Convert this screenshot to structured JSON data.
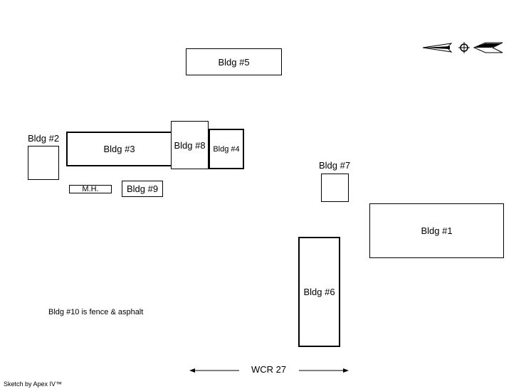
{
  "buildings": {
    "b5": "Bldg #5",
    "b2": "Bldg #2",
    "b3": "Bldg #3",
    "b8": "Bldg #8",
    "b4": "Bldg #4",
    "mh": "M.H.",
    "b9": "Bldg #9",
    "b7": "Bldg #7",
    "b1": "Bldg #1",
    "b6": "Bldg #6"
  },
  "note": "Bldg #10 is fence & asphalt",
  "road": "WCR 27",
  "credit": "Sketch by Apex IV™",
  "icons": {
    "compass": "north-arrow-icon"
  }
}
